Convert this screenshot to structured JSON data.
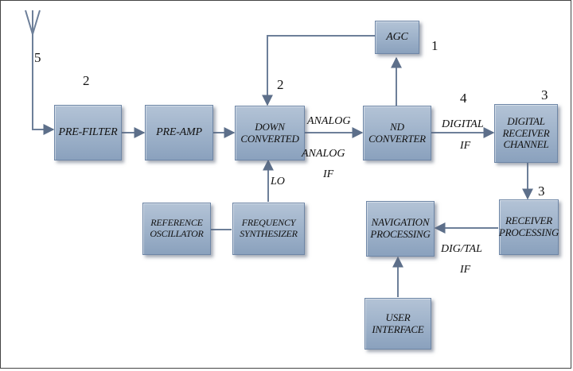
{
  "blocks": {
    "agc": "AGC",
    "pre_filter": "PRE-FILTER",
    "pre_amp": "PRE-AMP",
    "down_converted": [
      "DOWN",
      "CONVERTED"
    ],
    "nd_converter": [
      "ND",
      "CONVERTER"
    ],
    "digital_receiver_channel": [
      "DIGITAL",
      "RECEIVER",
      "CHANNEL"
    ],
    "reference_oscillator": [
      "REFERENCE",
      "OSCILLATOR"
    ],
    "frequency_synthesizer": [
      "FREQUENCY",
      "SYNTHESIZER"
    ],
    "navigation_processing": [
      "NAVIGATION",
      "PROCESSING"
    ],
    "receiver_processing": [
      "RECEIVER",
      "PROCESSING"
    ],
    "user_interface": [
      "USER",
      "INTERFACE"
    ]
  },
  "labels": {
    "analog_top": "ANALOG",
    "analog_if": [
      "ANALOG",
      "IF"
    ],
    "lo": "LO",
    "digital_if": [
      "DIGITAL",
      "IF"
    ],
    "digtal_if": [
      "DIG/TAL",
      "IF"
    ]
  },
  "numbers": {
    "antenna": "5",
    "prefilter": "2",
    "downconv": "2",
    "agc": "1",
    "digital": "4",
    "channel": "3",
    "receiver": "3"
  },
  "colors": {
    "block_fill": "#9db1c9",
    "block_border": "#6e86a6",
    "wire": "#6d7f99"
  }
}
